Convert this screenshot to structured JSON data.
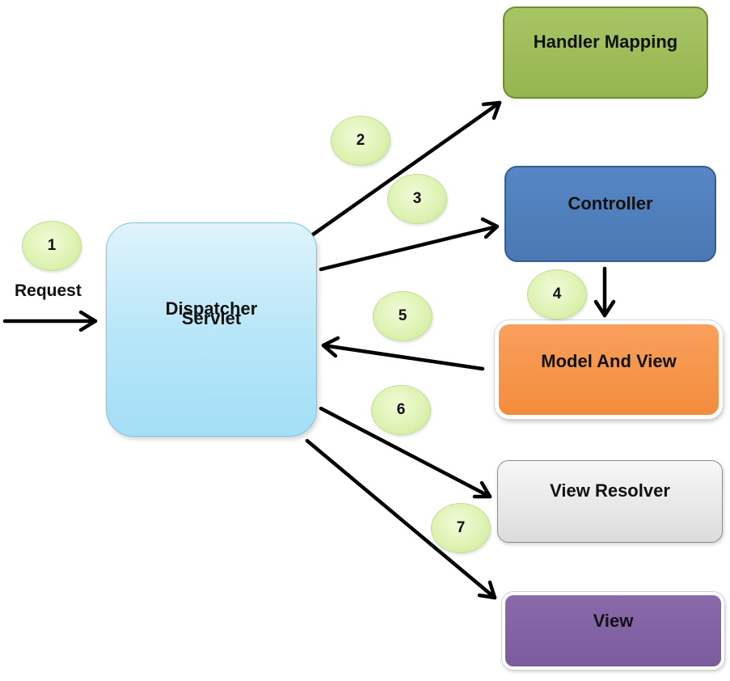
{
  "request_label": "Request",
  "components": {
    "dispatcher_line1": "Dispatcher",
    "dispatcher_line2": "Servlet",
    "handler_mapping": "Handler Mapping",
    "controller": "Controller",
    "model_and_view": "Model And View",
    "view_resolver": "View Resolver",
    "view": "View"
  },
  "steps": [
    "1",
    "2",
    "3",
    "4",
    "5",
    "6",
    "7"
  ],
  "colors": {
    "dispatcher": "#b6e6f8",
    "handler_mapping": "#9bbb59",
    "controller": "#4f81bd",
    "model_and_view": "#f79646",
    "view_resolver": "#e6e6e6",
    "view": "#8064a2",
    "step_bubble": "#dcf2b0",
    "arrow": "#000000"
  }
}
